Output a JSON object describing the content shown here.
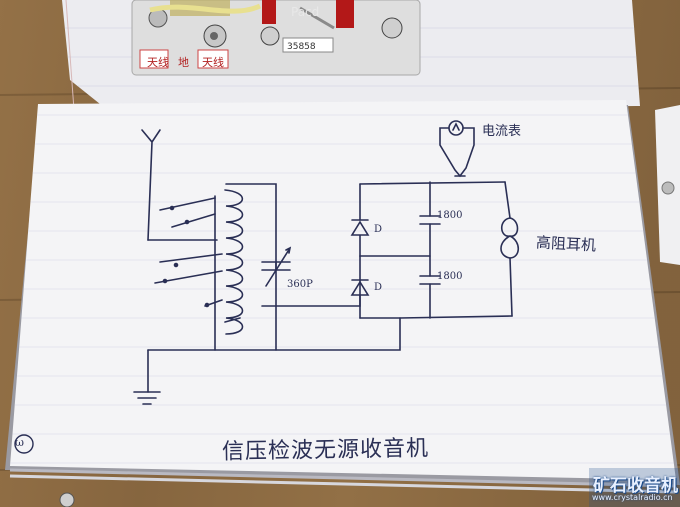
{
  "notebook": {
    "caption": "信压检波无源收音机",
    "page_mark": "ω"
  },
  "schematic": {
    "meter_label": "电流表",
    "headphone_label": "高阻耳机",
    "capacitor_top": "1800",
    "capacitor_bottom": "1800",
    "variable_capacitor": "360P",
    "diode_top": "D",
    "diode_bottom": "D"
  },
  "board": {
    "label_left": "天线",
    "label_mid": "地",
    "label_right": "天线",
    "label_top": "Pacd",
    "label_small": "35858"
  },
  "watermark": {
    "title": "矿石收音机",
    "url": "www.crystalradio.cn"
  },
  "colors": {
    "table": "#8a6a43",
    "paper": "#f4f4f6",
    "ink": "#2a2f55",
    "grid": "#c9cbe0"
  }
}
